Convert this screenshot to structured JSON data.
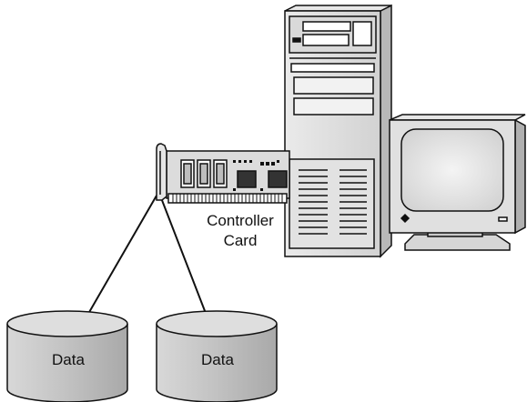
{
  "diagram": {
    "controller_label_line1": "Controller",
    "controller_label_line2": "Card",
    "disks": [
      {
        "label": "Data"
      },
      {
        "label": "Data"
      }
    ],
    "icons": [
      "server-tower-icon",
      "crt-monitor-icon",
      "controller-card-icon",
      "disk-cylinder-icon"
    ]
  }
}
